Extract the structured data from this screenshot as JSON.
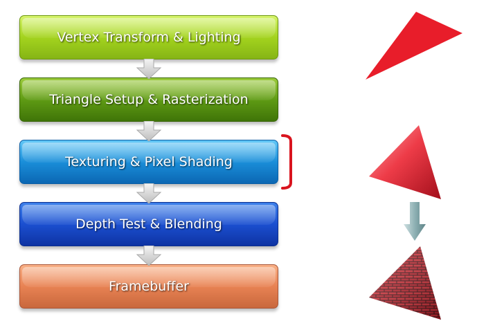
{
  "pipeline": {
    "stages": [
      {
        "label": "Vertex Transform & Lighting"
      },
      {
        "label": "Triangle Setup & Rasterization"
      },
      {
        "label": "Texturing & Pixel Shading"
      },
      {
        "label": "Depth Test & Blending"
      },
      {
        "label": "Framebuffer"
      }
    ]
  },
  "colors": {
    "triangle_red": "#e81d2a",
    "bracket_red": "#d9141e",
    "arrow_gray": "#c8c8c8",
    "teal_arrow": "#8fb1b4"
  },
  "icons": {
    "flat_triangle": "flat-red-triangle-icon",
    "shaded_triangle": "shaded-red-triangle-icon",
    "textured_triangle": "brick-textured-triangle-icon",
    "transition_arrow": "down-arrow-icon"
  }
}
